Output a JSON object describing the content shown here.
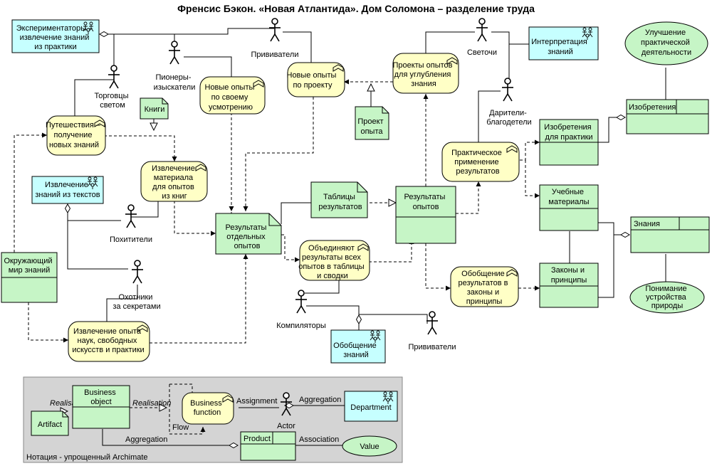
{
  "title": "Френсис Бэкон. «Новая Атлантида». Дом Соломона – разделение труда",
  "departments": {
    "experimenters": [
      "Экспериментаторы –",
      "извлечение знаний",
      "из практики"
    ],
    "extraction_texts": [
      "Извлечение",
      "знаний из текстов"
    ],
    "interpretation": [
      "Интерпретация",
      "знаний"
    ],
    "generalization": [
      "Обобщение",
      "знаний"
    ]
  },
  "actors": {
    "traders": [
      "Торговцы",
      "светом"
    ],
    "pioneers": [
      "Пионеры-",
      "изыскатели"
    ],
    "bringers_top": [
      "Прививатели"
    ],
    "luminaries": [
      "Светочи"
    ],
    "benefactors": [
      "Дарители-",
      "благодетели"
    ],
    "thieves": [
      "Похитители"
    ],
    "hunters": [
      "Охотники",
      "за секретами"
    ],
    "compilers": [
      "Компиляторы"
    ],
    "bringers_bottom": [
      "Прививатели"
    ]
  },
  "processes": {
    "travels": [
      "Путешествия –",
      "получение",
      "новых знаний"
    ],
    "new_own": [
      "Новые опыты",
      "по своему",
      "усмотрению"
    ],
    "new_project": [
      "Новые опыты",
      "по проекту"
    ],
    "deepening": [
      "Проекты опытов",
      "для углубления",
      "знания"
    ],
    "extract_books": [
      "Извлечение",
      "материала",
      "для опытов",
      "из книг"
    ],
    "practical": [
      "Практическое",
      "применение",
      "результатов"
    ],
    "combine": [
      "Объединяют",
      "результаты всех",
      "опытов в  таблицы",
      "и сводки"
    ],
    "generalize": [
      "Обобщение",
      "результатов в",
      "законы и",
      "принципы"
    ],
    "extract_practice": [
      "Извлечение опыта",
      "наук, свободных",
      "искусств и практики"
    ]
  },
  "artifacts": {
    "books": [
      "Книги"
    ],
    "project": [
      "Проект",
      "опыта"
    ],
    "tables": [
      "Таблицы",
      "результатов"
    ],
    "results_single": [
      "Результаты",
      "отдельных",
      "опытов"
    ]
  },
  "objects": {
    "surrounding": [
      "Окружающий",
      "мир знаний"
    ],
    "results": [
      "Результаты",
      "опытов"
    ],
    "inventions_practice": [
      "Изобретения",
      "для практики"
    ],
    "inventions": [
      "Изобретения"
    ],
    "teaching": [
      "Учебные",
      "материалы"
    ],
    "laws": [
      "Законы и",
      "принципы"
    ],
    "knowledge": [
      "Знания"
    ]
  },
  "values": {
    "improvement": [
      "Улучшение",
      "практической",
      "деятельности"
    ],
    "understanding": [
      "Понимание",
      "устройства",
      "природы"
    ]
  },
  "legend": {
    "caption": "Нотация - упрощенный Archimate",
    "business_object": [
      "Business",
      "object"
    ],
    "business_function": [
      "Business",
      "function"
    ],
    "artifact": "Artifact",
    "actor": "Actor",
    "department": "Department",
    "product": "Product",
    "value": "Value",
    "realisation_1": "Realisation",
    "realisation_2": "Realisation",
    "flow": "Flow",
    "assignment": "Assignment",
    "aggregation_1": "Aggregation",
    "aggregation_2": "Aggregation",
    "association": "Association"
  },
  "colors": {
    "process": "#ffffc6",
    "object": "#c6f5c6",
    "department": "#c6ffff",
    "legend_bg": "#d4d4d4"
  }
}
